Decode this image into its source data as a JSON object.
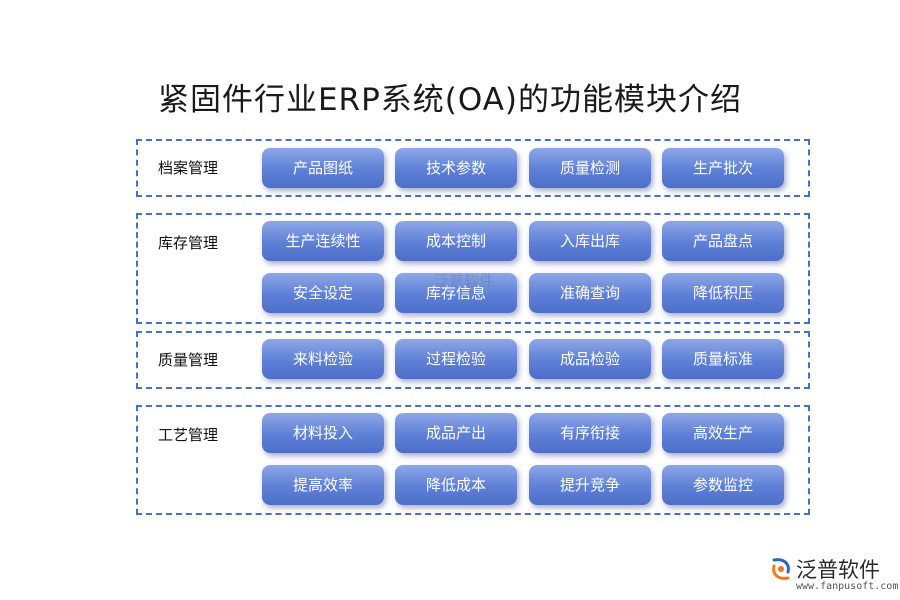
{
  "title": "紧固件行业ERP系统(OA)的功能模块介绍",
  "sections": [
    {
      "label": "档案管理",
      "items": [
        "产品图纸",
        "技术参数",
        "质量检测",
        "生产批次"
      ]
    },
    {
      "label": "库存管理",
      "items": [
        "生产连续性",
        "成本控制",
        "入库出库",
        "产品盘点",
        "安全设定",
        "库存信息",
        "准确查询",
        "降低积压"
      ]
    },
    {
      "label": "质量管理",
      "items": [
        "来料检验",
        "过程检验",
        "成品检验",
        "质量标准"
      ]
    },
    {
      "label": "工艺管理",
      "items": [
        "材料投入",
        "成品产出",
        "有序衔接",
        "高效生产",
        "提高效率",
        "降低成本",
        "提升竞争",
        "参数监控"
      ]
    }
  ],
  "watermark": "泛普软件",
  "logo": {
    "name": "泛普软件",
    "url": "www.fanpusoft.com"
  },
  "colors": {
    "button_top": "#8ea7e6",
    "button_bottom": "#4d6fc9",
    "border": "#4a6fc7",
    "logo_orange": "#f07a1e",
    "logo_blue": "#2f63c6"
  }
}
